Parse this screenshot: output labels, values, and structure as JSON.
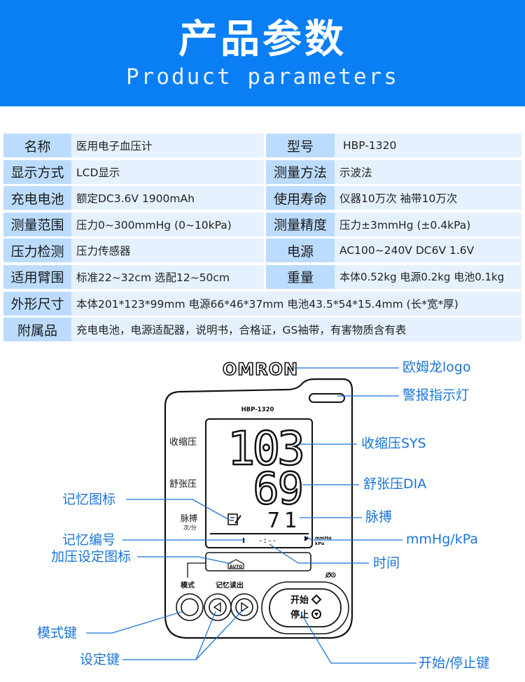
{
  "header": {
    "title": "产品参数",
    "subtitle": "Product parameters",
    "background_color": "#0a7ff5"
  },
  "specs": {
    "label_color": "#bcdcff",
    "value_color": "#e6f1ff",
    "rows": [
      {
        "label_left": "名称",
        "value_left": "医用电子血压计",
        "label_right": "型号",
        "value_right": "HBP-1320"
      },
      {
        "label_left": "显示方式",
        "value_left": "LCD显示",
        "label_right": "测量方法",
        "value_right": "示波法"
      },
      {
        "label_left": "充电电池",
        "value_left": "额定DC3.6V  1900mAh",
        "label_right": "使用寿命",
        "value_right": "仪器10万次  袖带10万次"
      },
      {
        "label_left": "测量范围",
        "value_left": "压力0~300mmHg  (0~10kPa)",
        "label_right": "测量精度",
        "value_right": "压力±3mmHg  (±0.4kPa)"
      },
      {
        "label_left": "压力检测",
        "value_left": "压力传感器",
        "label_right": "电源",
        "value_right": "AC100~240V    DC6V 1.6V"
      },
      {
        "label_left": "适用臂围",
        "value_left": "标准22~32cm 选配12~50cm",
        "label_right": "重量",
        "value_right": "本体0.52kg 电源0.2kg 电池0.1kg"
      }
    ],
    "wide_rows": [
      {
        "label": "外形尺寸",
        "value": "本体201*123*99mm  电源66*46*37mm  电池43.5*54*15.4mm   (长*宽*厚)"
      },
      {
        "label": "附属品",
        "value": "充电电池，电源适配器，说明书，合格证，GS袖带，有害物质含有表"
      }
    ]
  },
  "device": {
    "brand": "OMRON",
    "model": "HBP-1320",
    "labels": {
      "sys": "收缩压",
      "dia": "舒张压",
      "pulse": "脉搏",
      "pulse_unit": "次/分",
      "mode": "模式",
      "memory_read": "记忆读出",
      "start": "开始",
      "stop": "停止",
      "unit_mmhg": "mmHg",
      "unit_kpa": "kPa",
      "auto": "AUTO",
      "time_display": "-:--"
    },
    "readings": {
      "sys": "103",
      "dia": "69",
      "pulse": "71"
    }
  },
  "callouts": {
    "color": "#1a74d6",
    "logo": "欧姆龙logo",
    "alarm_light": "警报指示灯",
    "sys": "收缩压SYS",
    "dia": "舒张压DIA",
    "pulse": "脉搏",
    "unit": "mmHg/kPa",
    "time": "时间",
    "memory_icon": "记忆图标",
    "memory_number": "记忆编号",
    "pressure_setting_icon": "加压设定图标",
    "mode_key": "模式键",
    "set_key": "设定键",
    "start_stop_key": "开始/停止键"
  }
}
